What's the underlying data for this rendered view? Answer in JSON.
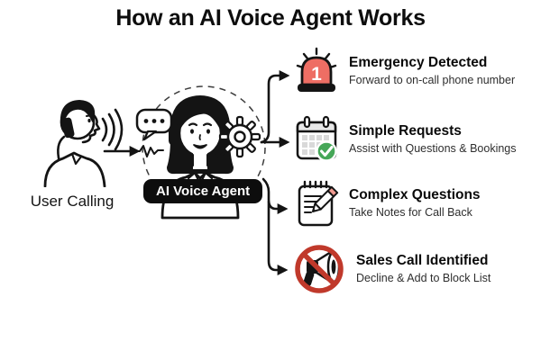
{
  "title": "How an AI Voice Agent Works",
  "user": {
    "label": "User Calling",
    "icon": "man-on-phone-icon"
  },
  "agent": {
    "label": "AI Voice Agent",
    "icons": [
      "speech-bubble-icon",
      "waveform-icon",
      "gear-icon",
      "headset-agent-icon"
    ]
  },
  "outcomes": [
    {
      "icon": "emergency-siren-icon",
      "badge": "1",
      "title": "Emergency Detected",
      "subtitle": "Forward to on-call phone number"
    },
    {
      "icon": "calendar-check-icon",
      "title": "Simple Requests",
      "subtitle": "Assist with Questions & Bookings"
    },
    {
      "icon": "notepad-pencil-icon",
      "title": "Complex Questions",
      "subtitle": "Take Notes for Call Back"
    },
    {
      "icon": "no-megaphone-icon",
      "title": "Sales Call Identified",
      "subtitle": "Decline & Add to Block List"
    }
  ],
  "colors": {
    "line_black": "#141414",
    "siren_red": "#ee6e64",
    "check_green": "#46a758",
    "ban_red": "#c0392b",
    "pencil_salmon": "#f09a90",
    "grid_gray": "#d9d9d9",
    "bar_gray": "#e8e8e8"
  }
}
